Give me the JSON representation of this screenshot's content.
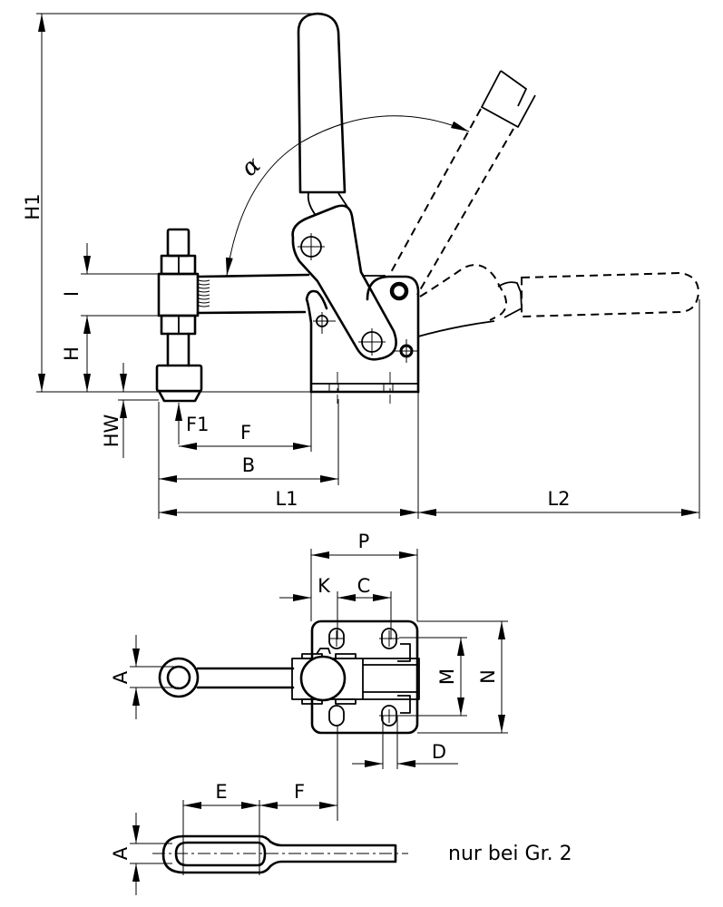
{
  "drawing": {
    "title": "Vertical toggle clamp dimension drawing",
    "line_color": "#000000",
    "background": "#ffffff"
  },
  "side_view": {
    "labels": {
      "h1": "H1",
      "alpha": "α",
      "i": "I",
      "h": "H",
      "hw": "HW",
      "f1": "F1",
      "f": "F",
      "b": "B",
      "l1": "L1",
      "l2": "L2"
    }
  },
  "plan_view": {
    "labels": {
      "p": "P",
      "k": "K",
      "c": "C",
      "a": "A",
      "m": "M",
      "n": "N",
      "d": "D"
    }
  },
  "arm_variant": {
    "labels": {
      "e": "E",
      "f": "F",
      "a": "A"
    },
    "note": "nur bei Gr. 2"
  }
}
